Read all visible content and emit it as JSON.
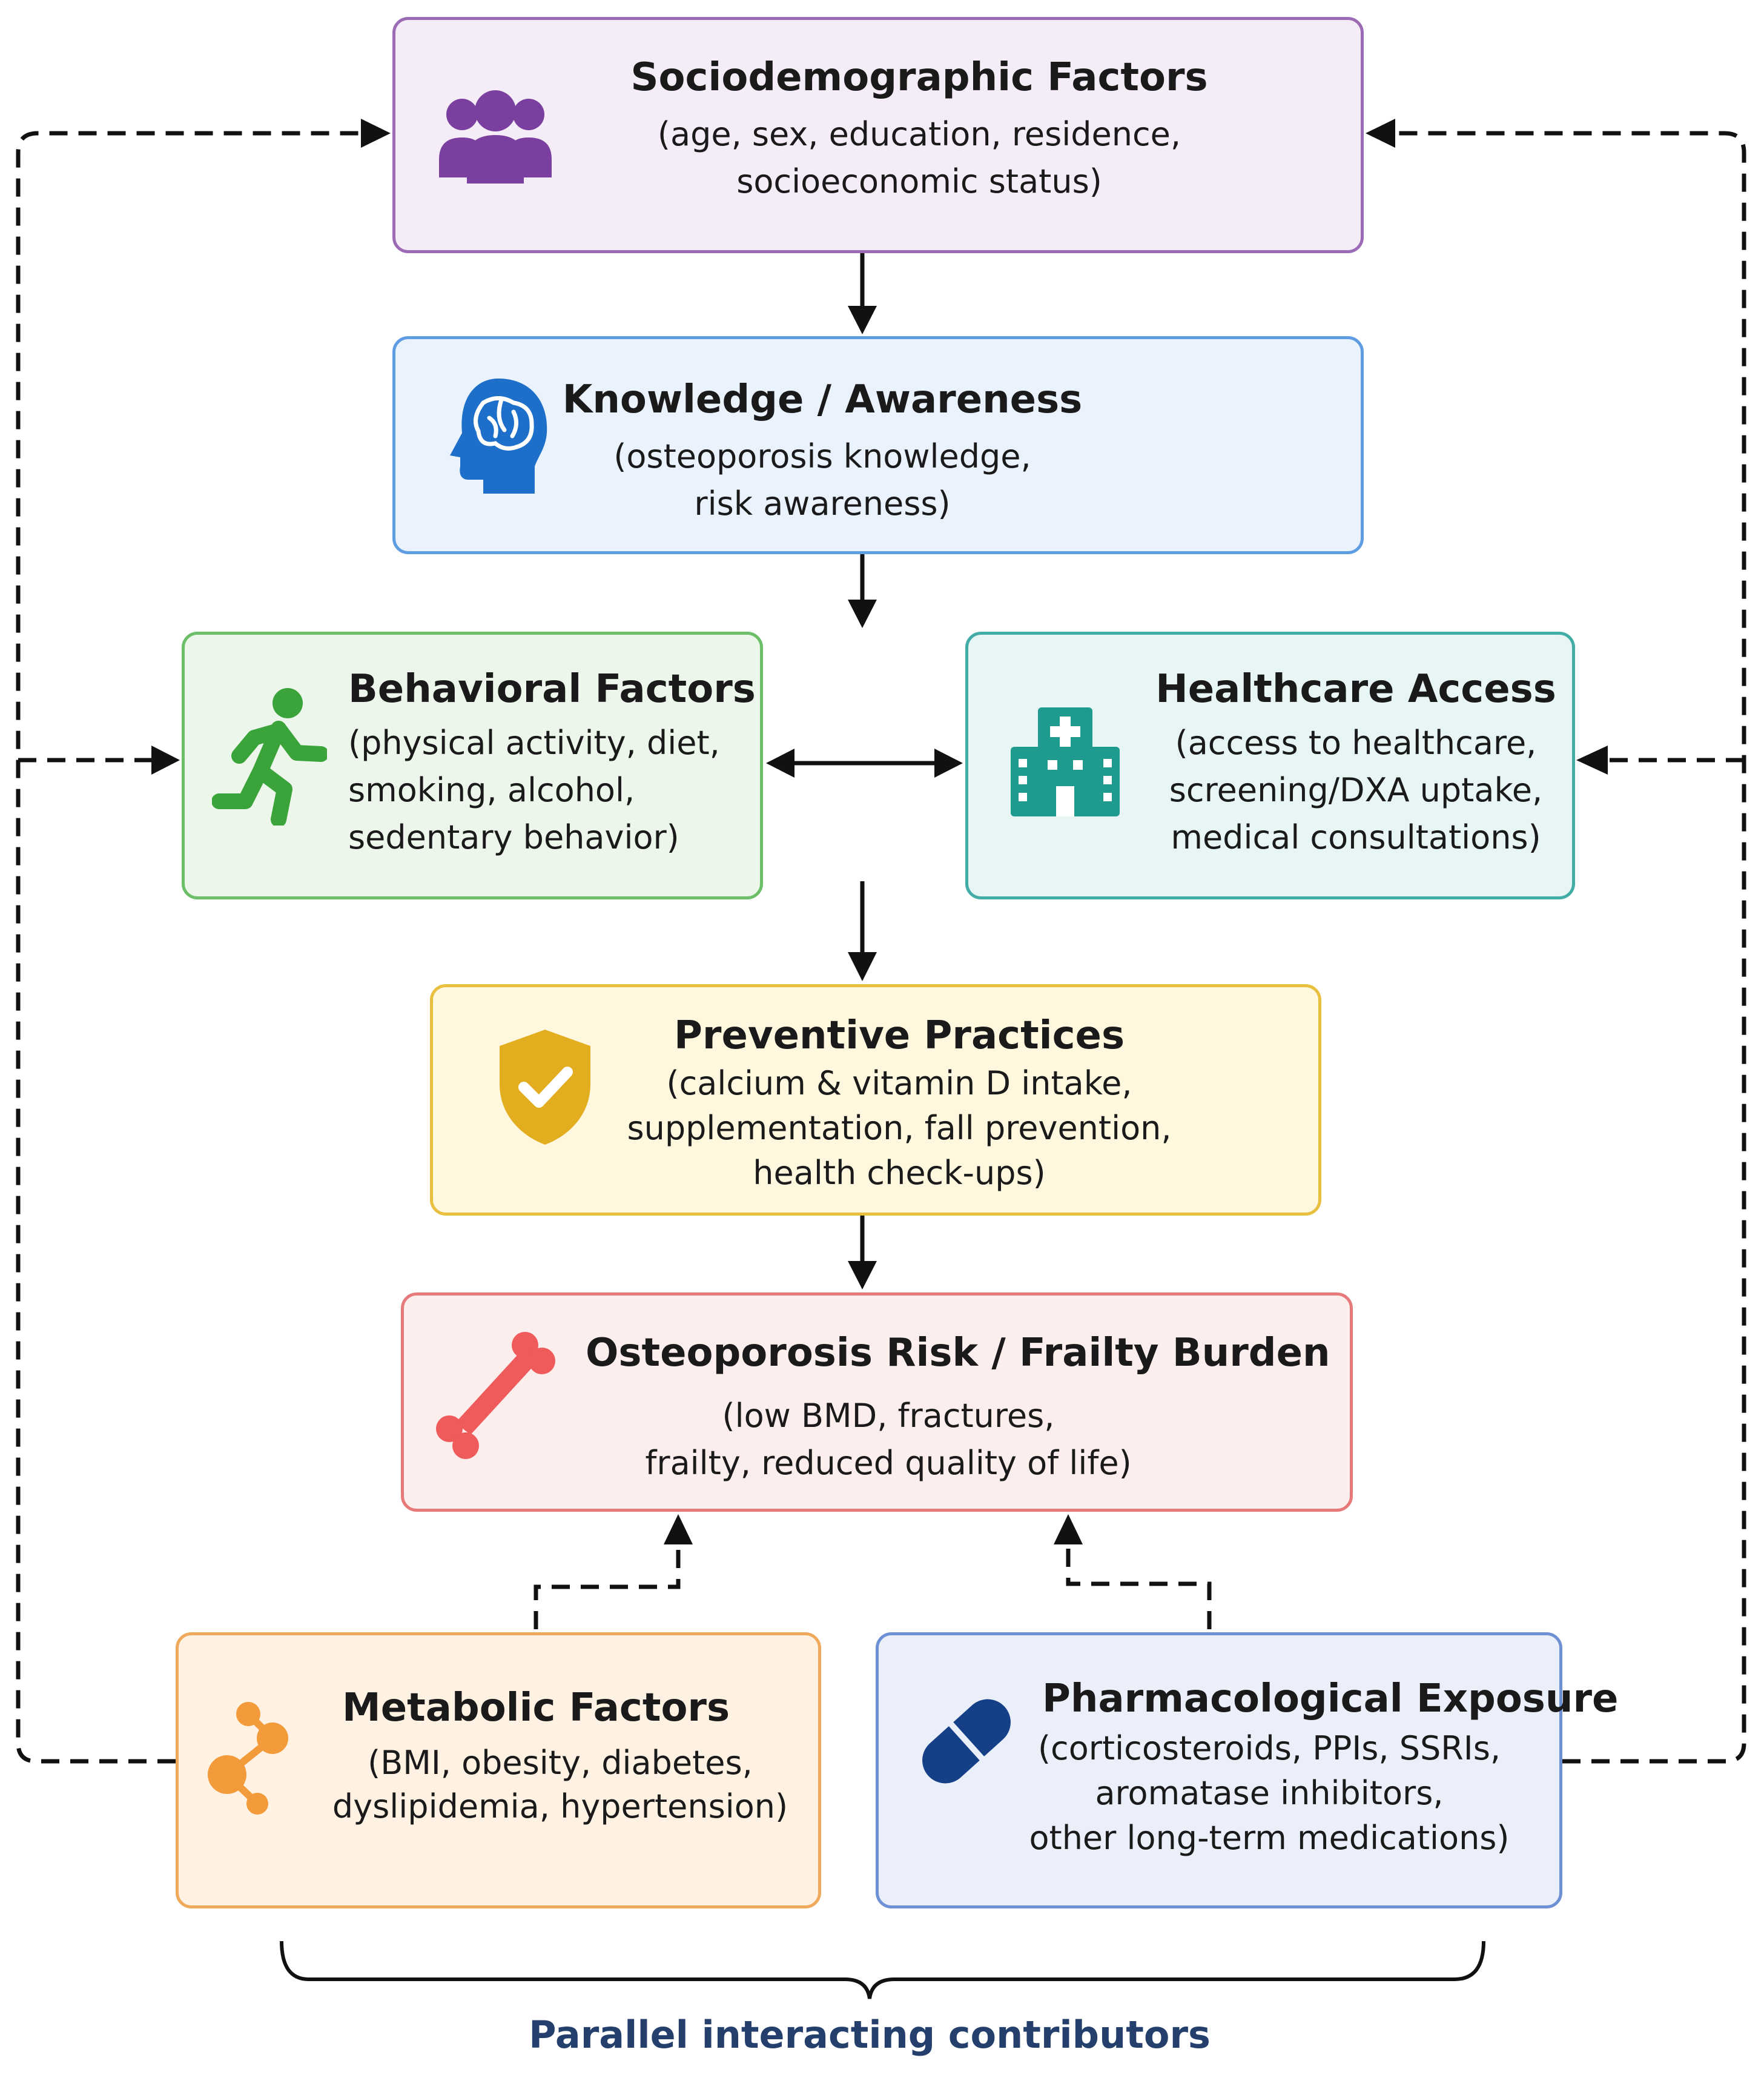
{
  "colors": {
    "socio": "#7b3fa0",
    "knowledge": "#1e6fc9",
    "behavioral": "#3aa33a",
    "healthcare": "#1f9a8f",
    "preventive": "#e2ae1f",
    "osteo": "#ef5a5a",
    "metabolic": "#f39a3a",
    "pharma": "#153f87",
    "footer": "#243f6b",
    "arrow": "#111111"
  },
  "boxes": {
    "socio": {
      "icon": "people-group-icon",
      "title": "Sociodemographic Factors",
      "desc": "(age, sex, education, residence,\nsocioeconomic status)"
    },
    "knowledge": {
      "icon": "brain-head-icon",
      "title": "Knowledge / Awareness",
      "desc": "(osteoporosis knowledge,\nrisk awareness)"
    },
    "behavioral": {
      "icon": "running-person-icon",
      "title": "Behavioral Factors",
      "desc": "(physical activity, diet,\nsmoking, alcohol,\nsedentary behavior)"
    },
    "healthcare": {
      "icon": "hospital-icon",
      "title": "Healthcare Access",
      "desc": "(access to healthcare,\nscreening/DXA uptake,\nmedical consultations)"
    },
    "preventive": {
      "icon": "shield-check-icon",
      "title": "Preventive Practices",
      "desc": "(calcium & vitamin D intake,\nsupplementation, fall prevention,\nhealth check-ups)"
    },
    "osteo": {
      "icon": "bone-icon",
      "title": "Osteoporosis Risk / Frailty Burden",
      "desc": "(low BMD, fractures,\nfrailty, reduced quality of life)"
    },
    "metabolic": {
      "icon": "molecule-icon",
      "title": "Metabolic Factors",
      "desc": "(BMI, obesity, diabetes,\ndyslipidemia, hypertension)"
    },
    "pharma": {
      "icon": "capsule-pill-icon",
      "title": "Pharmacological Exposure",
      "desc": "(corticosteroids, PPIs, SSRIs,\naromatase inhibitors,\nother long-term medications)"
    }
  },
  "footer": "Parallel interacting contributors"
}
